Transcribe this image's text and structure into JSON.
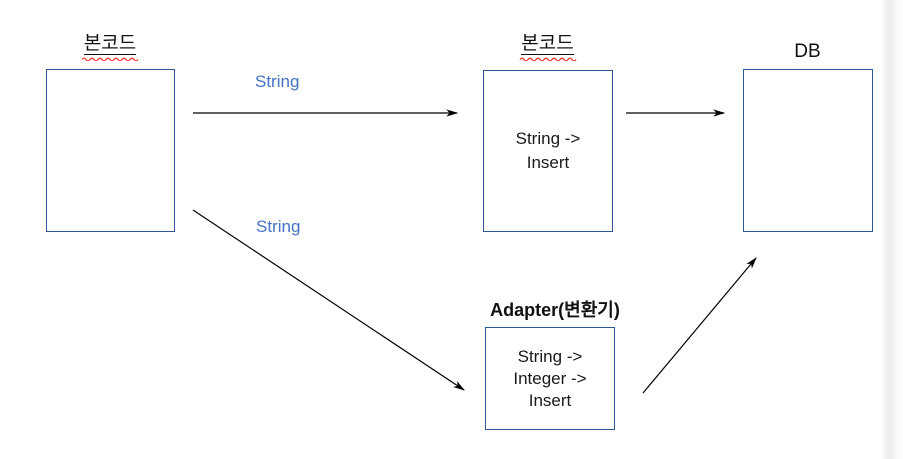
{
  "diagram": {
    "source_box": {
      "label": "본코드"
    },
    "main_box": {
      "label": "본코드",
      "content": [
        "String ->",
        "Insert"
      ]
    },
    "db_box": {
      "label": "DB"
    },
    "adapter_box": {
      "label": "Adapter(변환기)",
      "content": [
        "String ->",
        "Integer ->",
        "Insert"
      ]
    },
    "arrow_labels": {
      "top": "String",
      "bottom": "String"
    },
    "colors": {
      "box_border": "#2f5597",
      "arrow_label_text": "#4472c4",
      "arrow_stroke": "#000000",
      "spellcheck_underline": "#ff3b30",
      "text": "#1a1a1a"
    }
  }
}
